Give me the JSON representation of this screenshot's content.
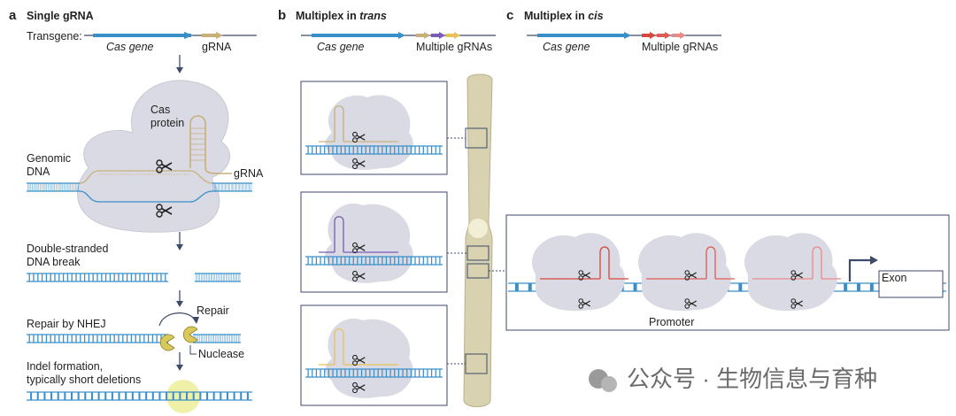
{
  "panel_a": {
    "letter": "a",
    "title": "Single gRNA",
    "transgene_label": "Transgene:",
    "cas_gene": "Cas gene",
    "grna": "gRNA",
    "cas_protein_line1": "Cas",
    "cas_protein_line2": "protein",
    "genomic_line1": "Genomic",
    "genomic_line2": "DNA",
    "grna_callout": "gRNA",
    "dsb_line1": "Double-stranded",
    "dsb_line2": "DNA break",
    "repair_nhej": "Repair by NHEJ",
    "repair": "Repair",
    "nuclease": "Nuclease",
    "indel_line1": "Indel formation,",
    "indel_line2": "typically short deletions"
  },
  "panel_b": {
    "letter": "b",
    "title_prefix": "Multiplex in ",
    "title_italic": "trans",
    "cas_gene": "Cas gene",
    "multiple_grnas": "Multiple gRNAs"
  },
  "panel_c": {
    "letter": "c",
    "title_prefix": "Multiplex in ",
    "title_italic": "cis",
    "cas_gene": "Cas gene",
    "multiple_grnas": "Multiple gRNAs",
    "promoter": "Promoter",
    "exon": "Exon"
  },
  "watermark": "公众号 · 生物信息与育种",
  "colors": {
    "dna_blue": "#3a8fc9",
    "cas_blue": "#3a8fc9",
    "grna_tan": "#c9b07a",
    "purple": "#7a5bb5",
    "yellow": "#e8c35a",
    "red": "#d8453f",
    "pink": "#e88a8a",
    "protein_grey": "#d9dae3",
    "chromosome": "#d8d2b0",
    "nuclease_yellow": "#d9c85a",
    "indel_glow": "#eef0a0"
  }
}
